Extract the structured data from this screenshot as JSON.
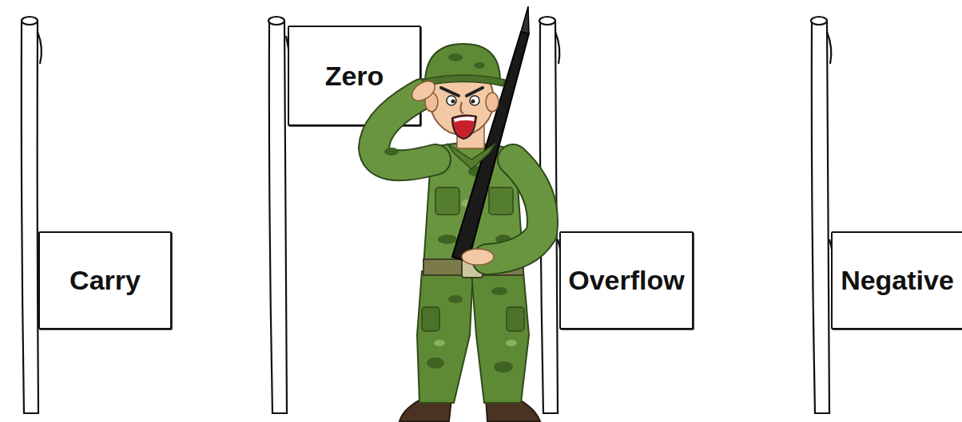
{
  "diagram": {
    "nodes": [
      {
        "text": [
          "Carry"
        ]
      },
      {
        "text": [
          "Zero"
        ]
      },
      {
        "text": [
          "Overflow"
        ]
      },
      {
        "text": [
          "Negative"
        ]
      }
    ]
  }
}
